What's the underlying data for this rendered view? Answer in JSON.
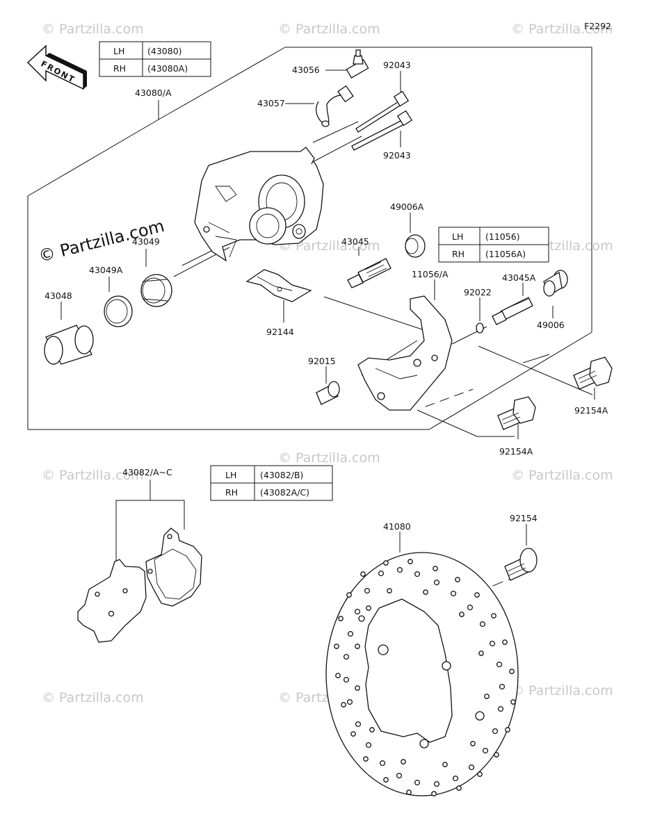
{
  "figure_code": "F2292",
  "front_arrow": "FRONT",
  "watermark": "© Partzilla.com",
  "watermark_main": "© Partzilla.com",
  "tables": {
    "caliper": {
      "rows": [
        {
          "side": "LH",
          "part": "(43080)"
        },
        {
          "side": "RH",
          "part": "(43080A)"
        }
      ]
    },
    "bracket": {
      "rows": [
        {
          "side": "LH",
          "part": "(11056)"
        },
        {
          "side": "RH",
          "part": "(11056A)"
        }
      ]
    },
    "pads": {
      "rows": [
        {
          "side": "LH",
          "part": "(43082/B)"
        },
        {
          "side": "RH",
          "part": "(43082A/C)"
        }
      ]
    }
  },
  "labels": {
    "caliper_assy": "43080/A",
    "bleeder": "43056",
    "bleeder_cap": "43057",
    "pin_top": "92043",
    "pin_bottom": "92043",
    "piston_seal": "43049",
    "dust_seal": "43049A",
    "piston": "43048",
    "spring": "92144",
    "boot_a": "49006A",
    "slide_pin": "43045",
    "bracket": "11056/A",
    "slide_pin_a": "43045A",
    "clip": "92022",
    "boot": "49006",
    "bushing": "92015",
    "bolt_right": "92154A",
    "bolt_bottom": "92154A",
    "pads": "43082/A~C",
    "disc": "41080",
    "disc_bolt": "92154"
  }
}
